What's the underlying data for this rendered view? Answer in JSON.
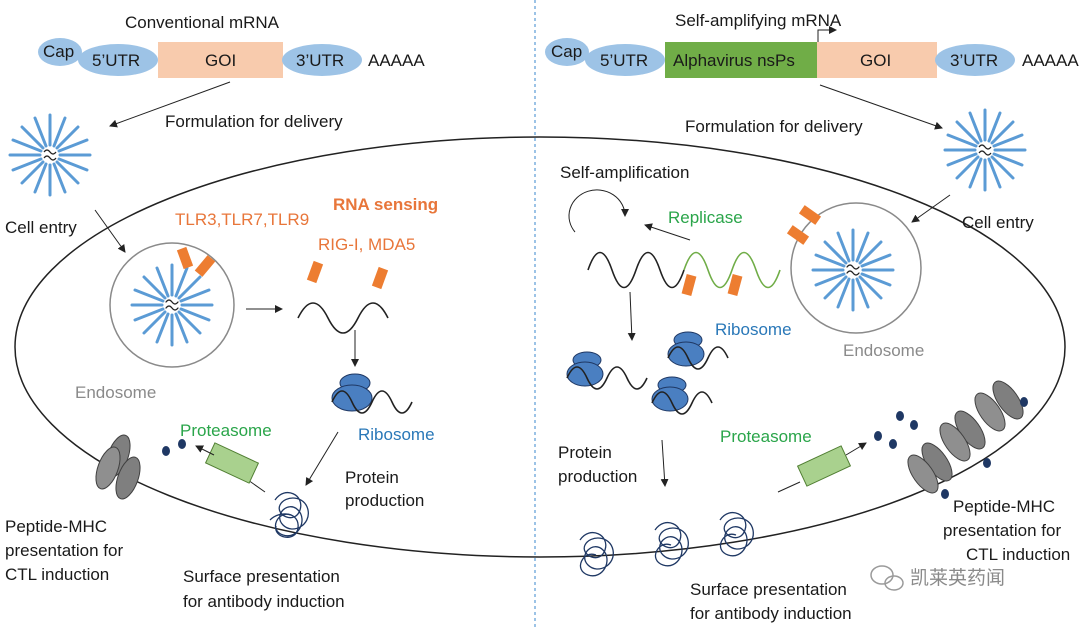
{
  "left": {
    "title": "Conventional mRNA",
    "construct": {
      "cap": "Cap",
      "utr5": "5’UTR",
      "goi": "GOI",
      "utr3": "3’UTR",
      "polyA": "AAAAA"
    },
    "formulation": "Formulation for delivery",
    "cell_entry": "Cell entry",
    "tlrs": "TLR3,TLR7,TLR9",
    "rna_sensing": "RNA sensing",
    "rig": "RIG-I, MDA5",
    "endosome": "Endosome",
    "ribosome": "Ribosome",
    "proteasome": "Proteasome",
    "protein_production_1": "Protein",
    "protein_production_2": "production",
    "peptide_mhc_1": "Peptide-MHC",
    "peptide_mhc_2": "presentation for",
    "peptide_mhc_3": "CTL induction",
    "surface_1": "Surface presentation",
    "surface_2": "for antibody induction"
  },
  "right": {
    "title": "Self-amplifying mRNA",
    "construct": {
      "cap": "Cap",
      "utr5": "5’UTR",
      "nsps": "Alphavirus nsPs",
      "goi": "GOI",
      "utr3": "3’UTR",
      "polyA": "AAAAA"
    },
    "formulation": "Formulation for delivery",
    "cell_entry": "Cell entry",
    "self_amp": "Self-amplification",
    "replicase": "Replicase",
    "endosome": "Endosome",
    "ribosome": "Ribosome",
    "proteasome": "Proteasome",
    "protein_production_1": "Protein",
    "protein_production_2": "production",
    "peptide_mhc_1": "Peptide-MHC",
    "peptide_mhc_2": "presentation for",
    "peptide_mhc_3": "CTL induction",
    "surface_1": "Surface presentation",
    "surface_2": "for antibody induction"
  },
  "watermark": "凯莱英药闻",
  "colors": {
    "utr_blue": "#9dc3e6",
    "goi_peach": "#f8cbad",
    "nsps_green": "#70ad47",
    "receptor_orange": "#ed7d31",
    "ribosome_blue": "#4a7fc1",
    "proteasome_green": "#a9d18e",
    "mhc_grey": "#7f7f7f",
    "peptide_navy": "#1f3864",
    "lnp_blue": "#5b9bd5",
    "divider": "#5b9bd5"
  }
}
